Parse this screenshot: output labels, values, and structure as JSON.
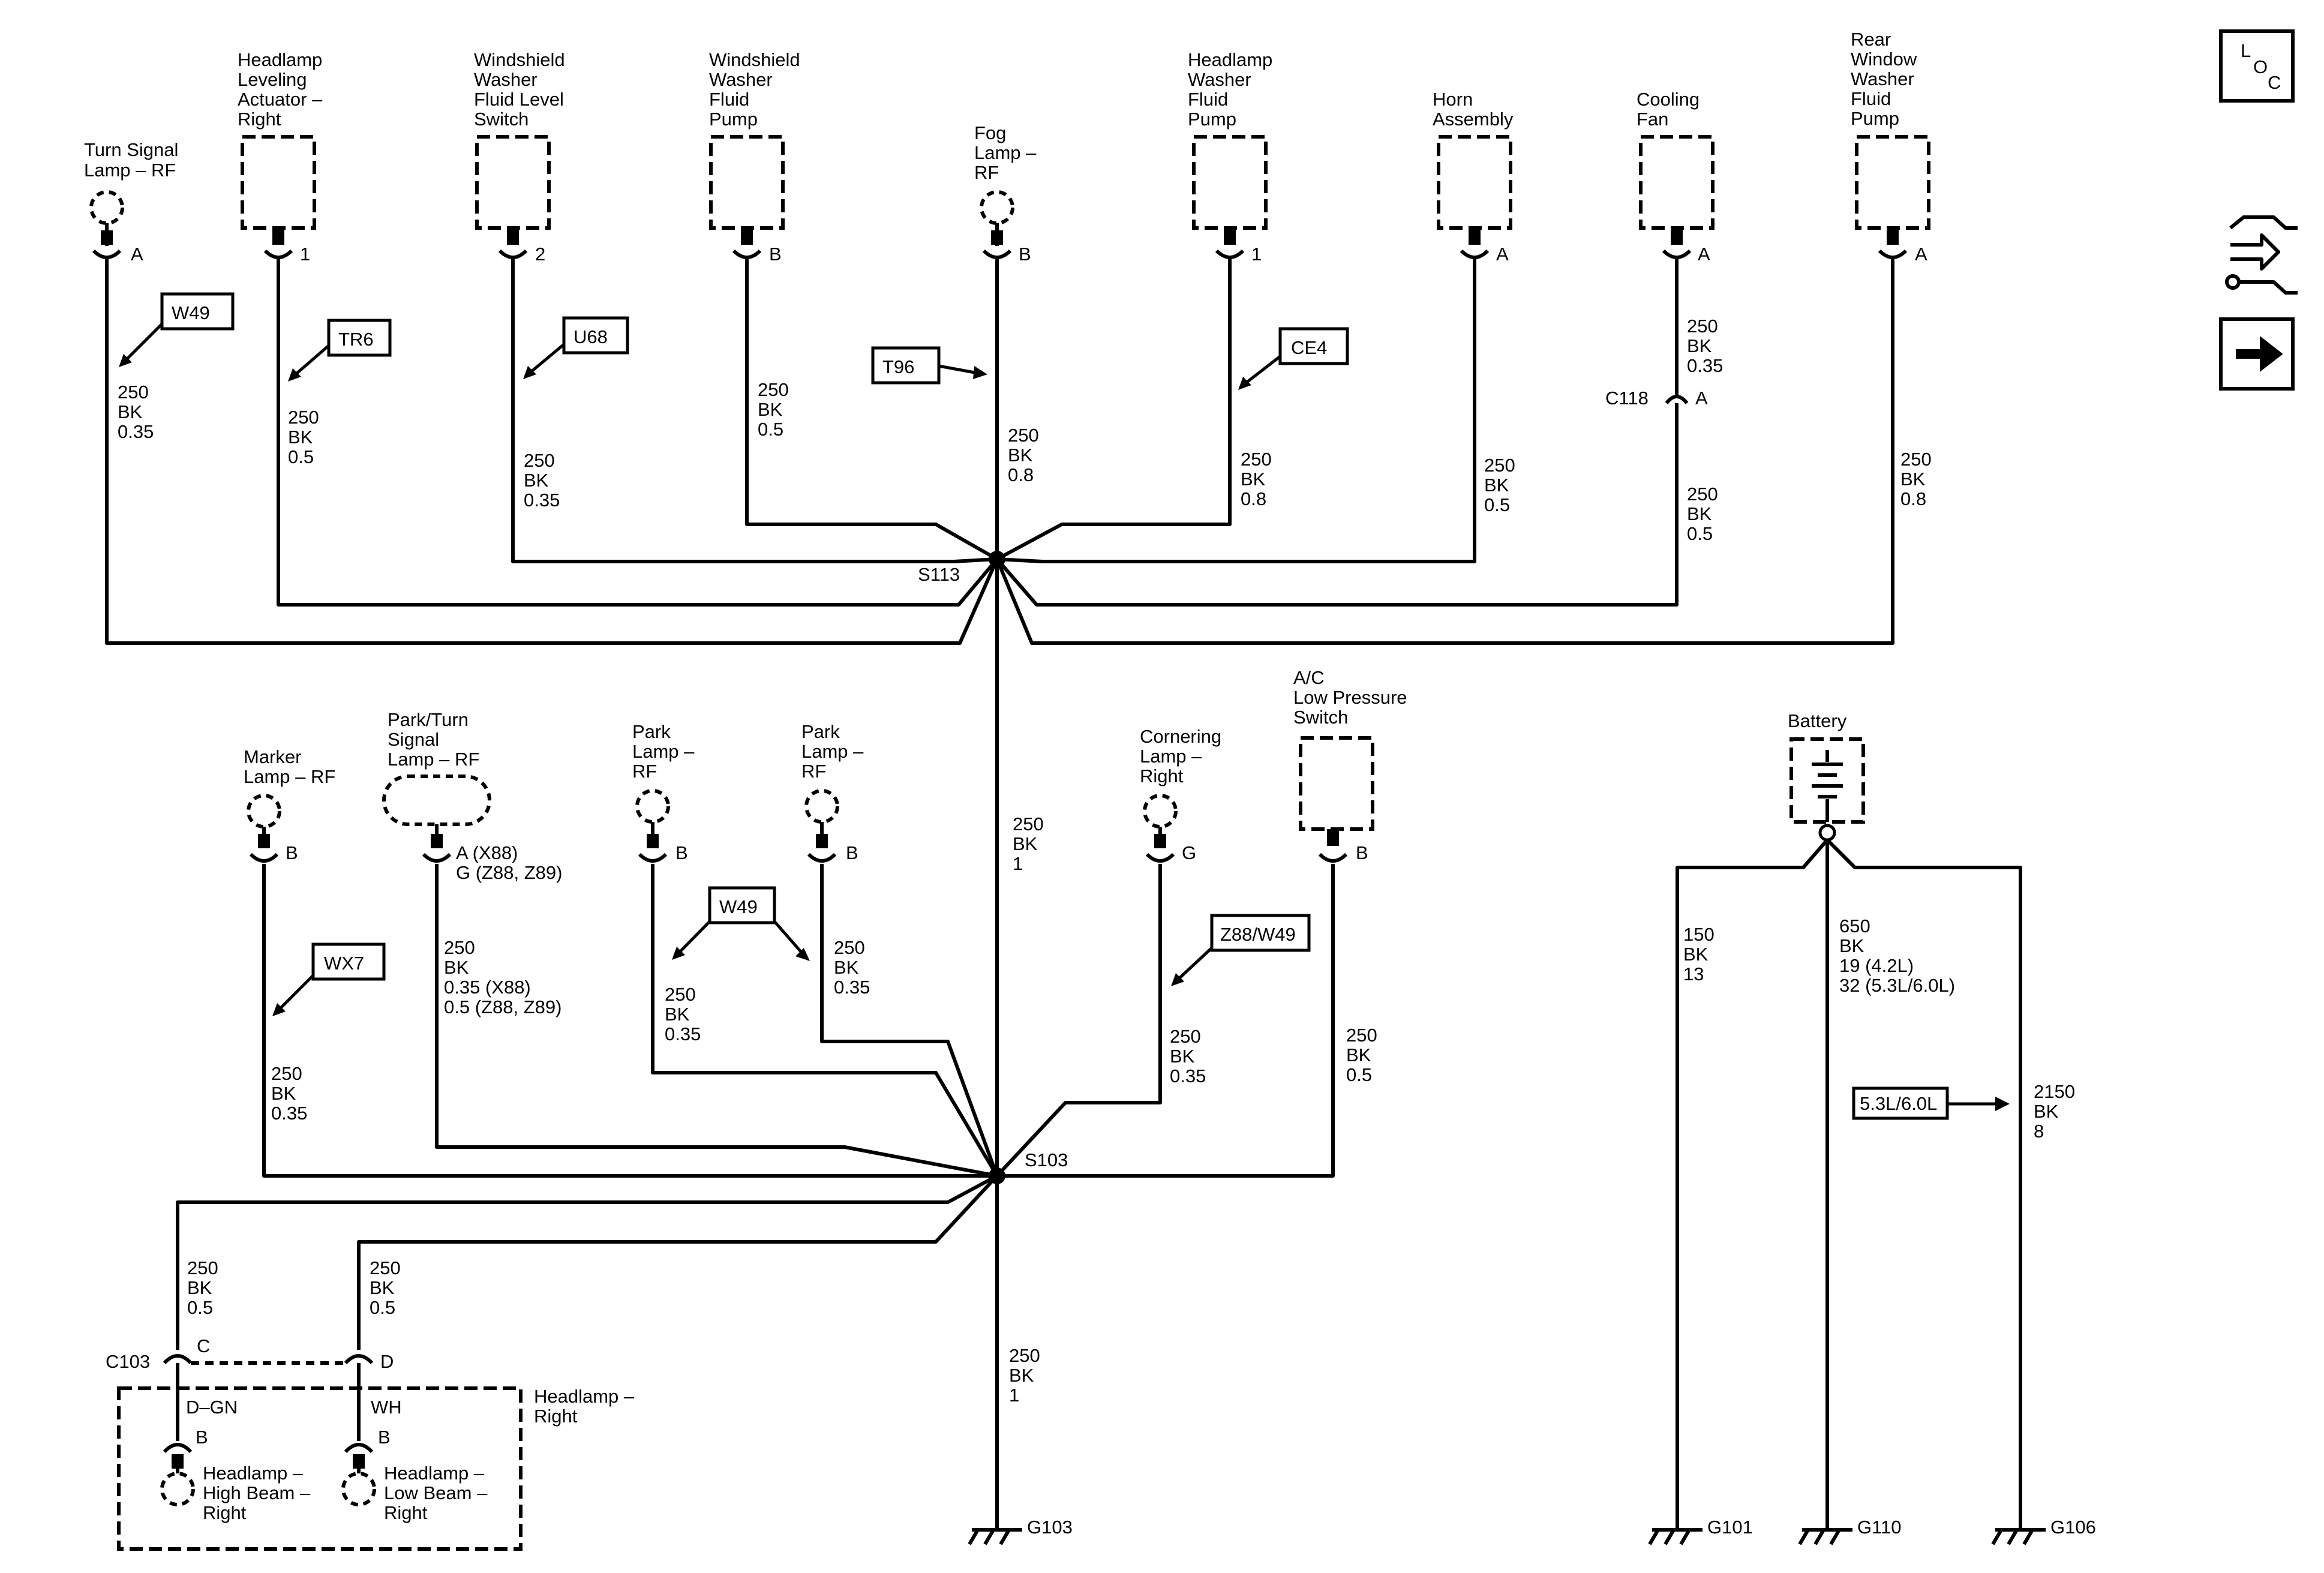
{
  "side_icons": {
    "loc_l": "L",
    "loc_o": "O",
    "loc_c": "C",
    "location_icon": "loc-box-icon",
    "harness_icon": "harness-routing-icon",
    "next_icon": "arrow-right-icon"
  },
  "top": {
    "turn_signal": {
      "name": [
        "Turn Signal",
        "Lamp – RF"
      ],
      "pin": "A",
      "wire": [
        "250",
        "BK",
        "0.35"
      ],
      "option": "W49"
    },
    "headlamp_leveling": {
      "name": [
        "Headlamp",
        "Leveling",
        "Actuator –",
        "Right"
      ],
      "pin": "1",
      "wire": [
        "250",
        "BK",
        "0.5"
      ],
      "option": "TR6"
    },
    "washer_level": {
      "name": [
        "Windshield",
        "Washer",
        "Fluid Level",
        "Switch"
      ],
      "pin": "2",
      "wire": [
        "250",
        "BK",
        "0.35"
      ],
      "option": "U68"
    },
    "washer_pump": {
      "name": [
        "Windshield",
        "Washer",
        "Fluid",
        "Pump"
      ],
      "pin": "B",
      "wire": [
        "250",
        "BK",
        "0.5"
      ]
    },
    "fog_lamp": {
      "name": [
        "Fog",
        "Lamp –",
        "RF"
      ],
      "pin": "B",
      "wire": [
        "250",
        "BK",
        "0.8"
      ],
      "option": "T96"
    },
    "headlamp_washer": {
      "name": [
        "Headlamp",
        "Washer",
        "Fluid",
        "Pump"
      ],
      "pin": "1",
      "wire": [
        "250",
        "BK",
        "0.8"
      ],
      "option": "CE4"
    },
    "horn": {
      "name": [
        "Horn",
        "Assembly"
      ],
      "pin": "A",
      "wire": [
        "250",
        "BK",
        "0.5"
      ]
    },
    "cooling_fan": {
      "name": [
        "Cooling",
        "Fan"
      ],
      "pin": "A",
      "wire_upper": [
        "250",
        "BK",
        "0.35"
      ],
      "connector": "C118",
      "connector_pin": "A",
      "wire": [
        "250",
        "BK",
        "0.5"
      ]
    },
    "rear_washer": {
      "name": [
        "Rear",
        "Window",
        "Washer",
        "Fluid",
        "Pump"
      ],
      "pin": "A",
      "wire": [
        "250",
        "BK",
        "0.8"
      ]
    },
    "splice": "S113",
    "trunk_wire": [
      "250",
      "BK",
      "1"
    ]
  },
  "mid": {
    "marker": {
      "name": [
        "Marker",
        "Lamp – RF"
      ],
      "pin": "B",
      "wire": [
        "250",
        "BK",
        "0.35"
      ],
      "option": "WX7"
    },
    "park_turn": {
      "name": [
        "Park/Turn",
        "Signal",
        "Lamp – RF"
      ],
      "pin_lines": [
        "A (X88)",
        "G (Z88, Z89)"
      ],
      "wire": [
        "250",
        "BK",
        "0.35 (X88)",
        "0.5 (Z88, Z89)"
      ]
    },
    "park1": {
      "name": [
        "Park",
        "Lamp –",
        "RF"
      ],
      "pin": "B",
      "wire": [
        "250",
        "BK",
        "0.35"
      ]
    },
    "park2": {
      "name": [
        "Park",
        "Lamp –",
        "RF"
      ],
      "pin": "B",
      "wire": [
        "250",
        "BK",
        "0.35"
      ]
    },
    "park_option": "W49",
    "cornering": {
      "name": [
        "Cornering",
        "Lamp –",
        "Right"
      ],
      "pin": "G",
      "wire": [
        "250",
        "BK",
        "0.35"
      ],
      "option": "Z88/W49"
    },
    "ac_switch": {
      "name": [
        "A/C",
        "Low Pressure",
        "Switch"
      ],
      "pin": "B",
      "wire": [
        "250",
        "BK",
        "0.5"
      ]
    },
    "splice": "S103",
    "hb_wire": [
      "250",
      "BK",
      "0.5"
    ],
    "lb_wire": [
      "250",
      "BK",
      "0.5"
    ],
    "ground_wire": [
      "250",
      "BK",
      "1"
    ],
    "ground": "G103"
  },
  "headlamp": {
    "connector": "C103",
    "pin_c": "C",
    "pin_d": "D",
    "title": [
      "Headlamp –",
      "Right"
    ],
    "hb_color": "D–GN",
    "lb_color": "WH",
    "hb_pin": "B",
    "lb_pin": "B",
    "hb_name": [
      "Headlamp –",
      "High Beam –",
      "Right"
    ],
    "lb_name": [
      "Headlamp –",
      "Low Beam –",
      "Right"
    ]
  },
  "battery": {
    "name": "Battery",
    "w1": [
      "150",
      "BK",
      "13"
    ],
    "w2": [
      "650",
      "BK",
      "19 (4.2L)",
      "32 (5.3L/6.0L)"
    ],
    "w3": [
      "2150",
      "BK",
      "8"
    ],
    "engine_option": "5.3L/6.0L",
    "g1": "G101",
    "g2": "G110",
    "g3": "G106"
  }
}
